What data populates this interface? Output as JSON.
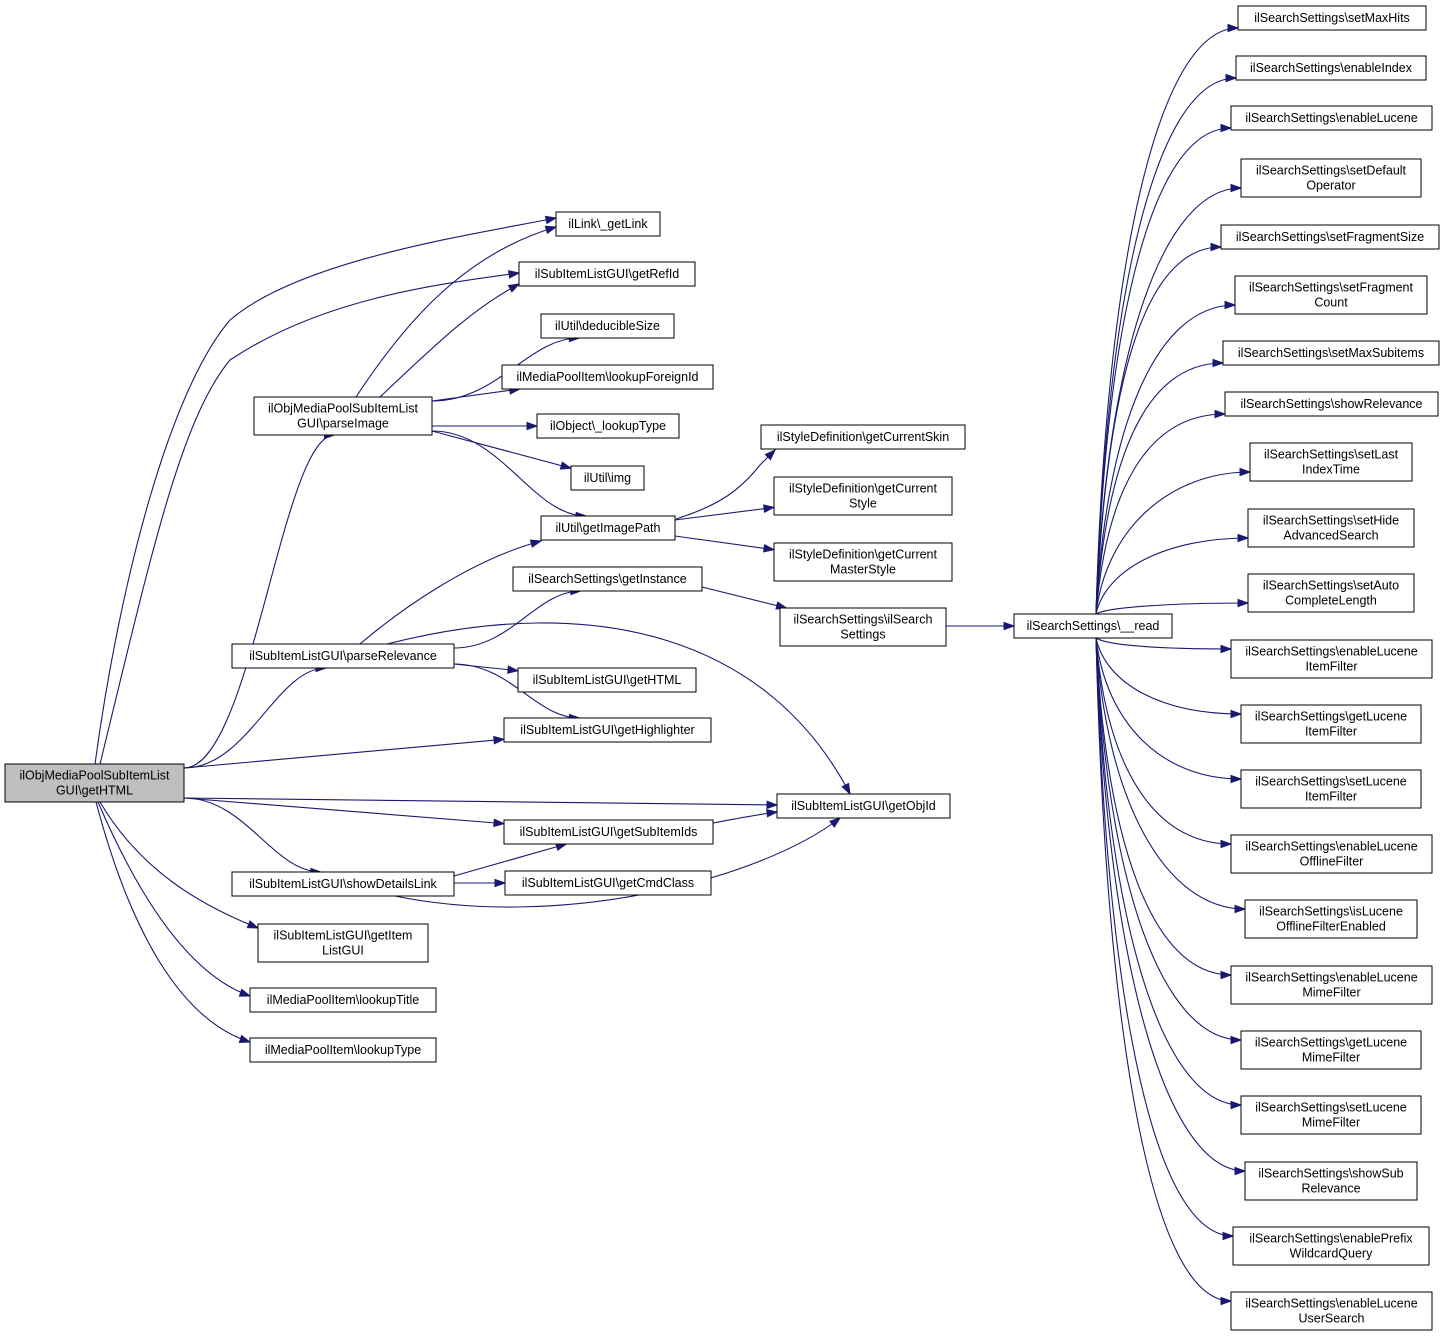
{
  "graph": {
    "root": "root",
    "nodes": [
      {
        "id": "root",
        "lines": [
          "ilObjMediaPoolSubItemList",
          "GUI\\getHTML"
        ]
      },
      {
        "id": "parseImage",
        "lines": [
          "ilObjMediaPoolSubItemList",
          "GUI\\parseImage"
        ]
      },
      {
        "id": "parseRelevance",
        "lines": [
          "ilSubItemListGUI\\parseRelevance"
        ]
      },
      {
        "id": "showDetailsLink",
        "lines": [
          "ilSubItemListGUI\\showDetailsLink"
        ]
      },
      {
        "id": "getItemListGUI",
        "lines": [
          "ilSubItemListGUI\\getItem",
          "ListGUI"
        ]
      },
      {
        "id": "lookupTitle",
        "lines": [
          "ilMediaPoolItem\\lookupTitle"
        ]
      },
      {
        "id": "lookupType",
        "lines": [
          "ilMediaPoolItem\\lookupType"
        ]
      },
      {
        "id": "getLink",
        "lines": [
          "ilLink\\_getLink"
        ]
      },
      {
        "id": "getRefId",
        "lines": [
          "ilSubItemListGUI\\getRefId"
        ]
      },
      {
        "id": "deducibleSize",
        "lines": [
          "ilUtil\\deducibleSize"
        ]
      },
      {
        "id": "lookupForeignId",
        "lines": [
          "ilMediaPoolItem\\lookupForeignId"
        ]
      },
      {
        "id": "objLookupType",
        "lines": [
          "ilObject\\_lookupType"
        ]
      },
      {
        "id": "img",
        "lines": [
          "ilUtil\\img"
        ]
      },
      {
        "id": "getImagePath",
        "lines": [
          "ilUtil\\getImagePath"
        ]
      },
      {
        "id": "getInstance",
        "lines": [
          "ilSearchSettings\\getInstance"
        ]
      },
      {
        "id": "subGetHTML",
        "lines": [
          "ilSubItemListGUI\\getHTML"
        ]
      },
      {
        "id": "getHighlighter",
        "lines": [
          "ilSubItemListGUI\\getHighlighter"
        ]
      },
      {
        "id": "getObjId",
        "lines": [
          "ilSubItemListGUI\\getObjId"
        ]
      },
      {
        "id": "getSubItemIds",
        "lines": [
          "ilSubItemListGUI\\getSubItemIds"
        ]
      },
      {
        "id": "getCmdClass",
        "lines": [
          "ilSubItemListGUI\\getCmdClass"
        ]
      },
      {
        "id": "getCurrentSkin",
        "lines": [
          "ilStyleDefinition\\getCurrentSkin"
        ]
      },
      {
        "id": "getCurrentStyle",
        "lines": [
          "ilStyleDefinition\\getCurrent",
          "Style"
        ]
      },
      {
        "id": "getCurrentMasterStyle",
        "lines": [
          "ilStyleDefinition\\getCurrent",
          "MasterStyle"
        ]
      },
      {
        "id": "ctor",
        "lines": [
          "ilSearchSettings\\ilSearch",
          "Settings"
        ]
      },
      {
        "id": "read",
        "lines": [
          "ilSearchSettings\\__read"
        ]
      },
      {
        "id": "setMaxHits",
        "lines": [
          "ilSearchSettings\\setMaxHits"
        ]
      },
      {
        "id": "enableIndex",
        "lines": [
          "ilSearchSettings\\enableIndex"
        ]
      },
      {
        "id": "enableLucene",
        "lines": [
          "ilSearchSettings\\enableLucene"
        ]
      },
      {
        "id": "setDefaultOperator",
        "lines": [
          "ilSearchSettings\\setDefault",
          "Operator"
        ]
      },
      {
        "id": "setFragmentSize",
        "lines": [
          "ilSearchSettings\\setFragmentSize"
        ]
      },
      {
        "id": "setFragmentCount",
        "lines": [
          "ilSearchSettings\\setFragment",
          "Count"
        ]
      },
      {
        "id": "setMaxSubitems",
        "lines": [
          "ilSearchSettings\\setMaxSubitems"
        ]
      },
      {
        "id": "showRelevance",
        "lines": [
          "ilSearchSettings\\showRelevance"
        ]
      },
      {
        "id": "setLastIndexTime",
        "lines": [
          "ilSearchSettings\\setLast",
          "IndexTime"
        ]
      },
      {
        "id": "setHideAdvancedSearch",
        "lines": [
          "ilSearchSettings\\setHide",
          "AdvancedSearch"
        ]
      },
      {
        "id": "setAutoCompleteLength",
        "lines": [
          "ilSearchSettings\\setAuto",
          "CompleteLength"
        ]
      },
      {
        "id": "enableLuceneItemFilter",
        "lines": [
          "ilSearchSettings\\enableLucene",
          "ItemFilter"
        ]
      },
      {
        "id": "getLuceneItemFilter",
        "lines": [
          "ilSearchSettings\\getLucene",
          "ItemFilter"
        ]
      },
      {
        "id": "setLuceneItemFilter",
        "lines": [
          "ilSearchSettings\\setLucene",
          "ItemFilter"
        ]
      },
      {
        "id": "enableLuceneOfflineFilter",
        "lines": [
          "ilSearchSettings\\enableLucene",
          "OfflineFilter"
        ]
      },
      {
        "id": "isLuceneOfflineFilterEnabled",
        "lines": [
          "ilSearchSettings\\isLucene",
          "OfflineFilterEnabled"
        ]
      },
      {
        "id": "enableLuceneMimeFilter",
        "lines": [
          "ilSearchSettings\\enableLucene",
          "MimeFilter"
        ]
      },
      {
        "id": "getLuceneMimeFilter",
        "lines": [
          "ilSearchSettings\\getLucene",
          "MimeFilter"
        ]
      },
      {
        "id": "setLuceneMimeFilter",
        "lines": [
          "ilSearchSettings\\setLucene",
          "MimeFilter"
        ]
      },
      {
        "id": "showSubRelevance",
        "lines": [
          "ilSearchSettings\\showSub",
          "Relevance"
        ]
      },
      {
        "id": "enablePrefixWildcardQuery",
        "lines": [
          "ilSearchSettings\\enablePrefix",
          "WildcardQuery"
        ]
      },
      {
        "id": "enableLuceneUserSearch",
        "lines": [
          "ilSearchSettings\\enableLucene",
          "UserSearch"
        ]
      }
    ],
    "edges": [
      [
        "root",
        "getLink"
      ],
      [
        "root",
        "getRefId"
      ],
      [
        "root",
        "parseImage"
      ],
      [
        "root",
        "parseRelevance"
      ],
      [
        "root",
        "getHighlighter"
      ],
      [
        "root",
        "getObjId"
      ],
      [
        "root",
        "getSubItemIds"
      ],
      [
        "root",
        "showDetailsLink"
      ],
      [
        "root",
        "getItemListGUI"
      ],
      [
        "root",
        "lookupTitle"
      ],
      [
        "root",
        "lookupType"
      ],
      [
        "parseImage",
        "getLink"
      ],
      [
        "parseImage",
        "getRefId"
      ],
      [
        "parseImage",
        "deducibleSize"
      ],
      [
        "parseImage",
        "lookupForeignId"
      ],
      [
        "parseImage",
        "objLookupType"
      ],
      [
        "parseImage",
        "img"
      ],
      [
        "parseImage",
        "getImagePath"
      ],
      [
        "parseRelevance",
        "getImagePath"
      ],
      [
        "parseRelevance",
        "getInstance"
      ],
      [
        "parseRelevance",
        "getObjId"
      ],
      [
        "parseRelevance",
        "subGetHTML"
      ],
      [
        "parseRelevance",
        "getHighlighter"
      ],
      [
        "showDetailsLink",
        "getSubItemIds"
      ],
      [
        "showDetailsLink",
        "getCmdClass"
      ],
      [
        "showDetailsLink",
        "getObjId"
      ],
      [
        "getSubItemIds",
        "getObjId"
      ],
      [
        "getImagePath",
        "getCurrentSkin"
      ],
      [
        "getImagePath",
        "getCurrentStyle"
      ],
      [
        "getImagePath",
        "getCurrentMasterStyle"
      ],
      [
        "getInstance",
        "ctor"
      ],
      [
        "ctor",
        "read"
      ],
      [
        "read",
        "setMaxHits"
      ],
      [
        "read",
        "enableIndex"
      ],
      [
        "read",
        "enableLucene"
      ],
      [
        "read",
        "setDefaultOperator"
      ],
      [
        "read",
        "setFragmentSize"
      ],
      [
        "read",
        "setFragmentCount"
      ],
      [
        "read",
        "setMaxSubitems"
      ],
      [
        "read",
        "showRelevance"
      ],
      [
        "read",
        "setLastIndexTime"
      ],
      [
        "read",
        "setHideAdvancedSearch"
      ],
      [
        "read",
        "setAutoCompleteLength"
      ],
      [
        "read",
        "enableLuceneItemFilter"
      ],
      [
        "read",
        "getLuceneItemFilter"
      ],
      [
        "read",
        "setLuceneItemFilter"
      ],
      [
        "read",
        "enableLuceneOfflineFilter"
      ],
      [
        "read",
        "isLuceneOfflineFilterEnabled"
      ],
      [
        "read",
        "enableLuceneMimeFilter"
      ],
      [
        "read",
        "getLuceneMimeFilter"
      ],
      [
        "read",
        "setLuceneMimeFilter"
      ],
      [
        "read",
        "showSubRelevance"
      ],
      [
        "read",
        "enablePrefixWildcardQuery"
      ],
      [
        "read",
        "enableLuceneUserSearch"
      ]
    ],
    "colors": {
      "edge": "#191970",
      "node_border": "#000000",
      "root_fill": "#bfbfbf",
      "node_fill": "#ffffff"
    }
  }
}
